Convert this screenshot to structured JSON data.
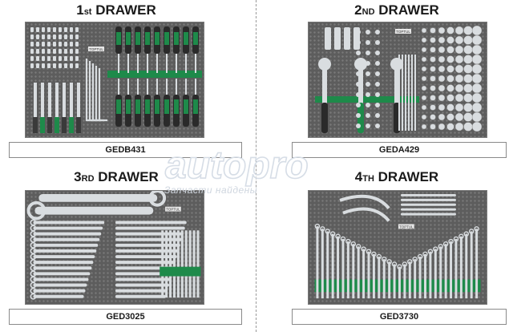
{
  "drawers": [
    {
      "num": "1",
      "suffix": "st",
      "word": "DRAWER",
      "code": "GEDB431"
    },
    {
      "num": "2",
      "suffix": "ND",
      "word": "DRAWER",
      "code": "GEDA429"
    },
    {
      "num": "3",
      "suffix": "RD",
      "word": "DRAWER",
      "code": "GED3025"
    },
    {
      "num": "4",
      "suffix": "TH",
      "word": "DRAWER",
      "code": "GED3730"
    }
  ],
  "tray_brand": "TOPTUL",
  "watermark": {
    "logo": "autopro",
    "subtitle": "Запчасти найдены"
  },
  "colors": {
    "tray": "#5d5d5d",
    "accent_green": "#1e8a4a",
    "chrome": "#d9dde0",
    "handle": "#2a2a2a"
  }
}
